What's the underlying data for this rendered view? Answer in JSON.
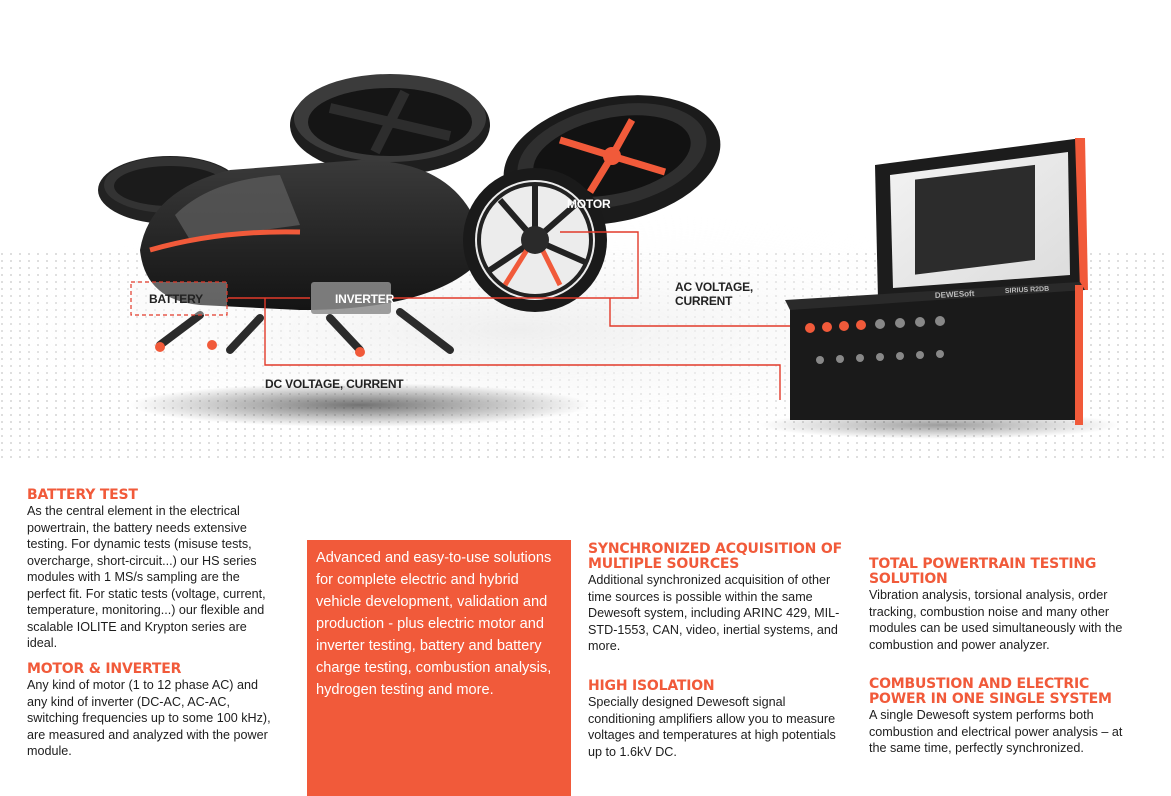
{
  "hero": {
    "callouts": {
      "motor": "MOTOR",
      "battery": "BATTERY",
      "inverter": "INVERTER",
      "ac": "AC VOLTAGE,\nCURRENT",
      "dc": "DC VOLTAGE, CURRENT"
    },
    "device": {
      "brand": "DEWESoft",
      "model": "SIRIUS R2DB"
    }
  },
  "sections": {
    "battery": {
      "title": "BATTERY TEST",
      "body": "As the central element in the electrical powertrain, the battery needs extensive testing. For dynamic tests (misuse tests, overcharge, short-circuit...) our HS series modules with 1 MS/s sampling are the perfect fit. For static tests (voltage, current, temperature, monitoring...) our flexible and scalable IOLITE and Krypton series are ideal."
    },
    "motor": {
      "title": "MOTOR & INVERTER",
      "body": "Any kind of motor (1 to 12 phase AC) and any kind of inverter (DC-AC, AC-AC, switching frequencies up to some 100 kHz), are measured and analyzed with the power module."
    },
    "promo": {
      "text": "Advanced and easy-to-use solutions for complete electric and hybrid vehicle development, validation and production - plus electric motor and inverter testing, battery and battery charge testing, combustion analysis, hydrogen testing and more."
    },
    "sync": {
      "title": "SYNCHRONIZED ACQUISITION OF MULTIPLE SOURCES",
      "body": "Additional synchronized acquisition of other time sources is possible within the same Dewesoft system, including ARINC 429, MIL-STD-1553, CAN, video, inertial systems, and more."
    },
    "isolation": {
      "title": "HIGH ISOLATION",
      "body": "Specially designed Dewesoft signal conditioning amplifiers allow you to measure voltages and temperatures at high potentials up to 1.6kV DC."
    },
    "total": {
      "title": "TOTAL POWERTRAIN TESTING SOLUTION",
      "body": "Vibration analysis, torsional analysis, order tracking, combustion noise and many other modules can be used simultaneously with the combustion and power analyzer."
    },
    "combustion": {
      "title": "COMBUSTION AND ELECTRIC POWER IN ONE SINGLE SYSTEM",
      "body": "A single Dewesoft system performs both combustion and electrical power analysis – at the same time, perfectly synchronized."
    }
  },
  "colors": {
    "accent": "#f15a3a",
    "vehicle": "#2a2a2a",
    "device": "#1e1e1e",
    "line": "#e23a2a"
  }
}
